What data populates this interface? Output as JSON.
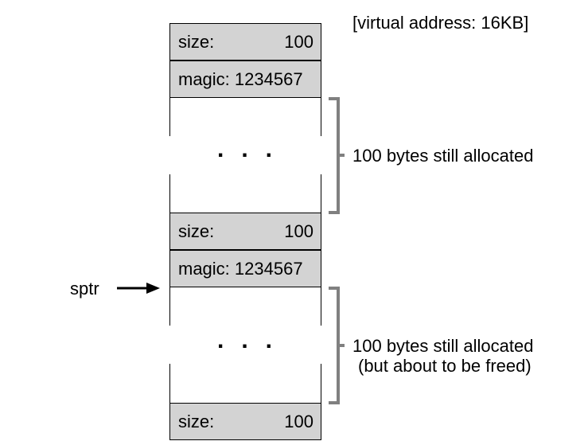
{
  "address_label": "[virtual address: 16KB]",
  "blocks": [
    {
      "label": "size:",
      "value": "100"
    },
    {
      "label": "magic: 1234567",
      "value": ""
    },
    {
      "label": "size:",
      "value": "100"
    },
    {
      "label": "magic: 1234567",
      "value": ""
    },
    {
      "label": "size:",
      "value": "100"
    }
  ],
  "regions": [
    {
      "dots": "...",
      "annotation": [
        "100 bytes still allocated"
      ]
    },
    {
      "dots": "...",
      "annotation": [
        "100 bytes still allocated",
        "(but about to be freed)"
      ]
    }
  ],
  "pointer_label": "sptr",
  "colors": {
    "header_fill": "#d3d3d3",
    "bracket": "#808080"
  }
}
